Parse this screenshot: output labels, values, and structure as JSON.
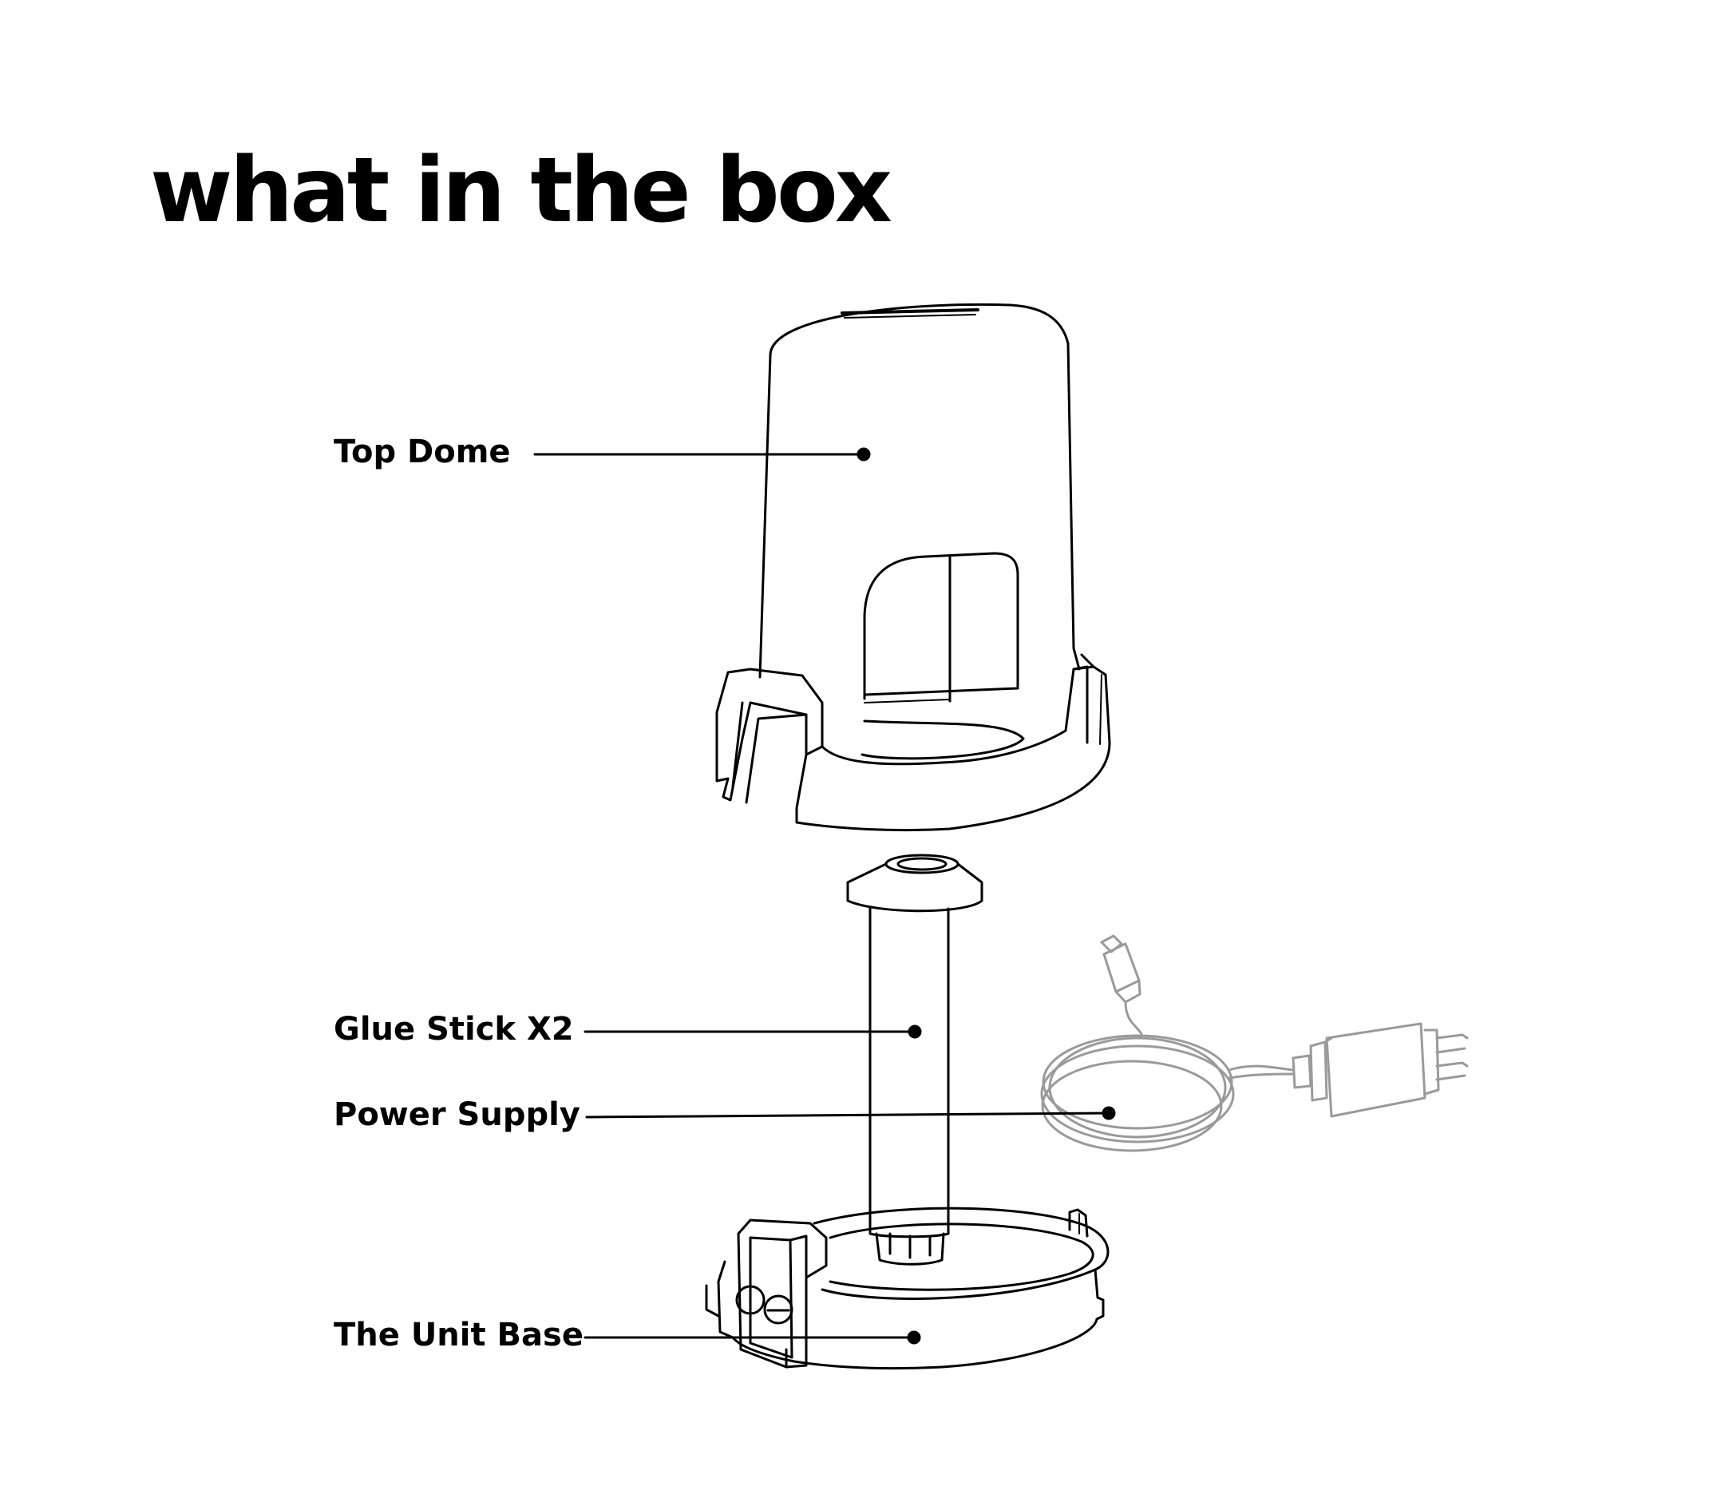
{
  "title": "what in the box",
  "colors": {
    "ink": "#000000",
    "cable": "#9a9a9a",
    "background": "#ffffff"
  },
  "parts": [
    {
      "id": "top-dome",
      "label": "Top Dome"
    },
    {
      "id": "glue-stick",
      "label": "Glue Stick X2"
    },
    {
      "id": "power-supply",
      "label": "Power Supply"
    },
    {
      "id": "unit-base",
      "label": "The Unit Base"
    }
  ]
}
